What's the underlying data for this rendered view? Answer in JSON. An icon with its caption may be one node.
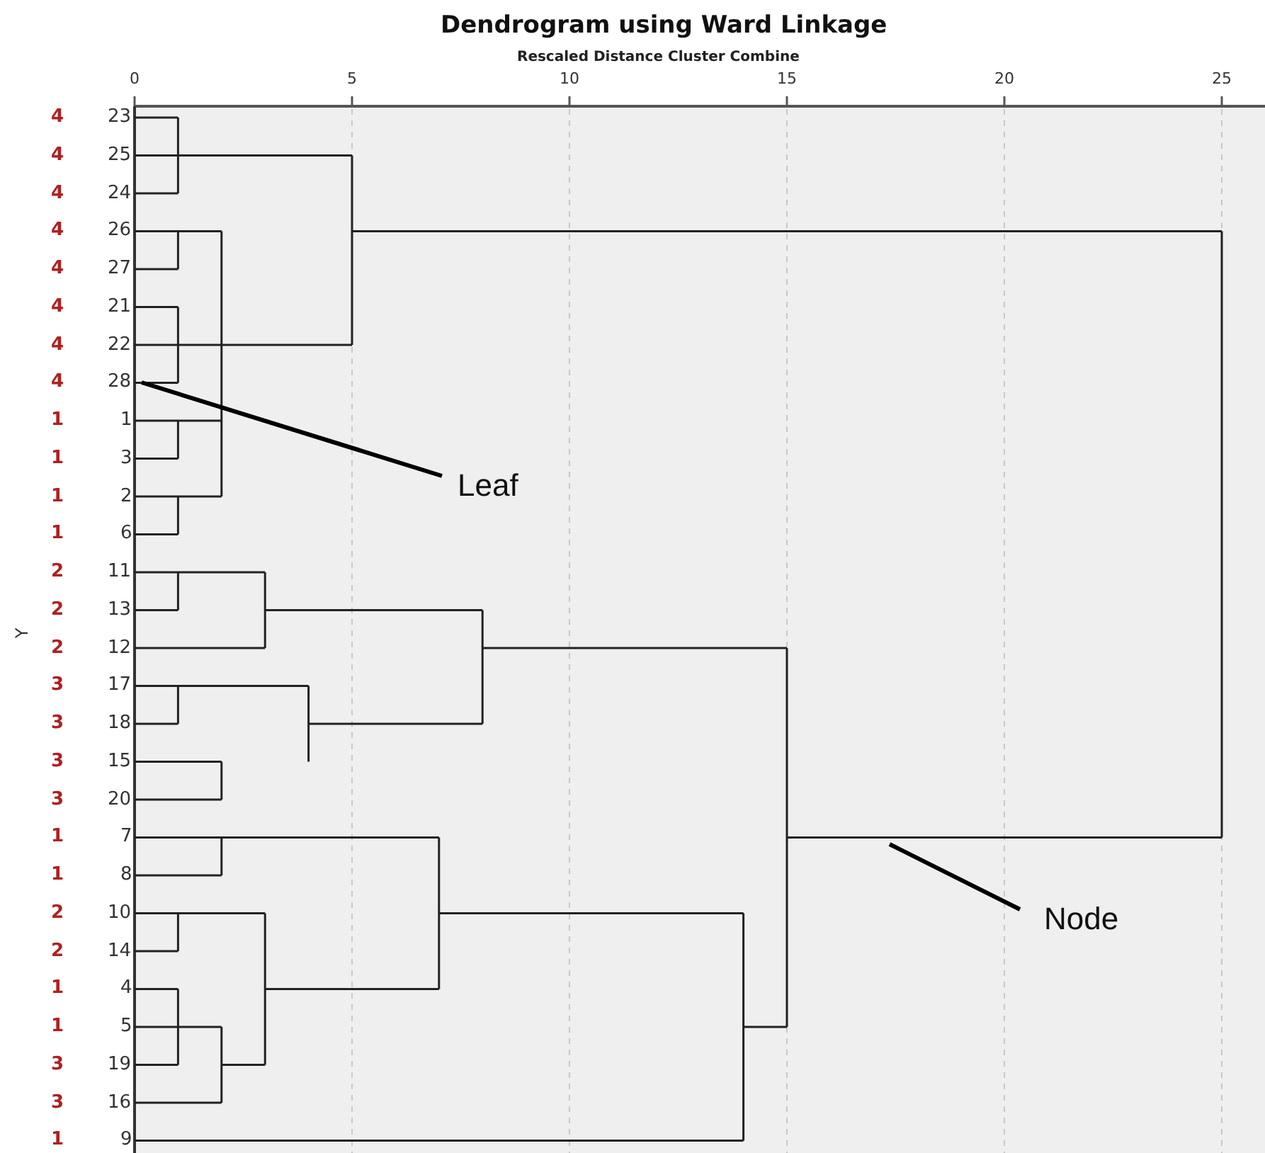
{
  "diagram": {
    "title": "Dendrogram using Ward Linkage",
    "nodes": [
      {
        "text": [
          "Leaf"
        ]
      },
      {
        "text": [
          "28"
        ]
      },
      {
        "text": [
          "Node"
        ]
      }
    ],
    "edges": [
      {
        "from": 0,
        "to": 1,
        "arrow": "none"
      },
      {
        "from": 2,
        "to": null,
        "arrow": "none"
      }
    ],
    "labels": [
      "Rescaled Distance Cluster Combine",
      "Y",
      "0",
      "5",
      "10",
      "15",
      "20",
      "25",
      "4",
      "23",
      "4",
      "25",
      "4",
      "24",
      "4",
      "26",
      "4",
      "27",
      "4",
      "21",
      "4",
      "22",
      "4",
      "1",
      "1",
      "1",
      "3",
      "1",
      "2",
      "1",
      "6",
      "2",
      "11",
      "2",
      "13",
      "2",
      "12",
      "3",
      "17",
      "3",
      "18",
      "3",
      "15",
      "3",
      "20",
      "1",
      "7",
      "1",
      "8",
      "2",
      "10",
      "2",
      "14",
      "1",
      "4",
      "1",
      "5",
      "3",
      "19",
      "3",
      "16",
      "1",
      "9"
    ]
  }
}
